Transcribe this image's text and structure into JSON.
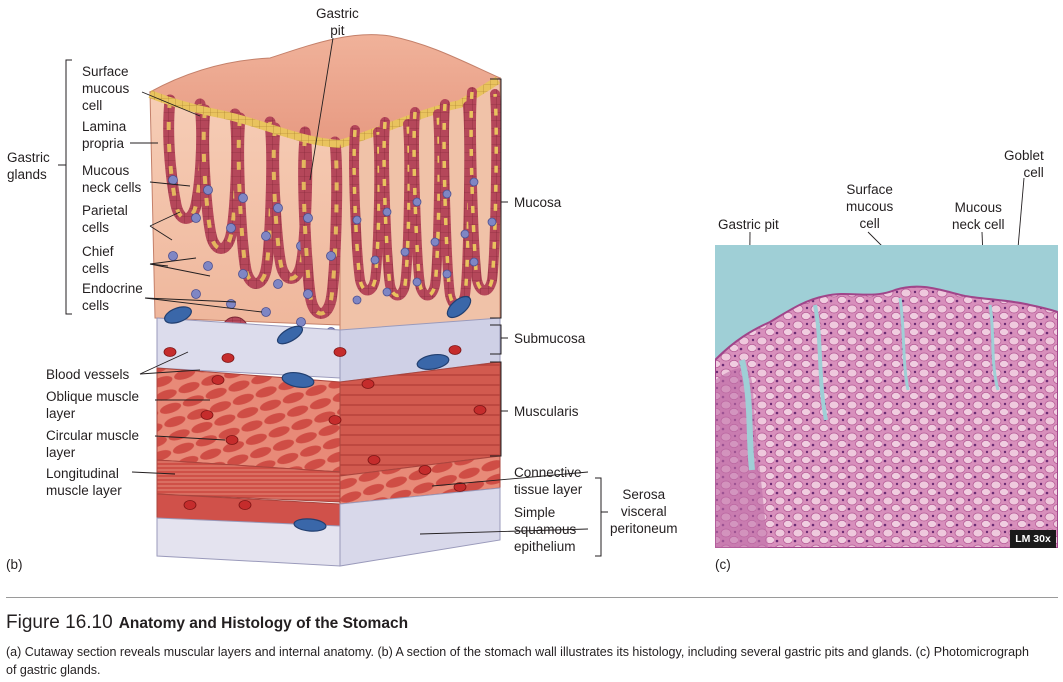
{
  "diagram_b": {
    "panel_label": "(b)",
    "labels": {
      "gastric_pit": "Gastric\npit",
      "gastric_glands": "Gastric\nglands",
      "surface_mucous_cell": "Surface\nmucous\ncell",
      "lamina_propria": "Lamina\npropria",
      "mucous_neck_cells": "Mucous\nneck cells",
      "parietal_cells": "Parietal\ncells",
      "chief_cells": "Chief\ncells",
      "endocrine_cells": "Endocrine\ncells",
      "blood_vessels": "Blood vessels",
      "oblique_muscle_layer": "Oblique muscle\nlayer",
      "circular_muscle_layer": "Circular muscle\nlayer",
      "longitudinal_muscle_layer": "Longitudinal\nmuscle layer",
      "mucosa": "Mucosa",
      "submucosa": "Submucosa",
      "muscularis": "Muscularis",
      "connective_tissue_layer": "Connective\ntissue layer",
      "simple_squamous_epithelium": "Simple\nsquamous\nepithelium",
      "serosa_visceral_peritoneum": "Serosa\nvisceral\nperitoneum"
    },
    "colors": {
      "mucosa": "#f3bfa4",
      "surface": "#eeab92",
      "epithelium": "#e9c35e",
      "gland_cell": "#b5475a",
      "parietal": "#7f86c4",
      "submucosa": "#d9daeb",
      "muscle": "#d15a50",
      "muscle_light": "#e98b7a",
      "blood_red": "#c52c2c",
      "vessel_blue": "#3a67a9"
    }
  },
  "micrograph_c": {
    "panel_label": "(c)",
    "labels": {
      "gastric_pit": "Gastric pit",
      "surface_mucous_cell": "Surface\nmucous\ncell",
      "mucous_neck_cell": "Mucous\nneck cell",
      "goblet_cell": "Goblet\ncell"
    },
    "magnification": "LM 30x",
    "colors": {
      "background": "#9fcfd6",
      "tissue": "#c773a6",
      "tissue_light": "#e8b8d0"
    }
  },
  "figure": {
    "number": "Figure 16.10",
    "title": "Anatomy and Histology of the Stomach",
    "caption": "(a) Cutaway section reveals muscular layers and internal anatomy. (b) A section of the stomach wall illustrates its histology, including several gastric pits and glands. (c) Photomicrograph of gastric glands."
  }
}
